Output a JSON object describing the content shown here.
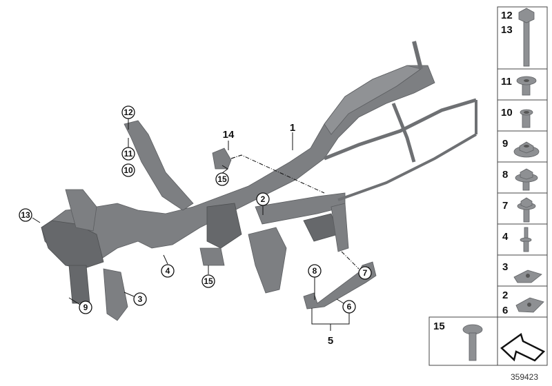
{
  "diagram": {
    "document_number": "359423",
    "callouts": {
      "c12": "12",
      "c11": "11",
      "c10": "10",
      "c13": "13",
      "c14": "14",
      "c15a": "15",
      "c1": "1",
      "c2": "2",
      "c4": "4",
      "c15b": "15",
      "c3": "3",
      "c9": "9",
      "c8": "8",
      "c7": "7",
      "c6": "6",
      "c5": "5"
    },
    "parts_column": [
      {
        "labels": [
          "12",
          "13"
        ],
        "icon": "flange-bolt-long-icon"
      },
      {
        "labels": [
          "11"
        ],
        "icon": "flanged-sleeve-icon"
      },
      {
        "labels": [
          "10"
        ],
        "icon": "rivet-nut-icon"
      },
      {
        "labels": [
          "9"
        ],
        "icon": "flange-nut-icon"
      },
      {
        "labels": [
          "8"
        ],
        "icon": "hex-flange-bolt-icon"
      },
      {
        "labels": [
          "7"
        ],
        "icon": "hex-flange-screw-icon"
      },
      {
        "labels": [
          "4"
        ],
        "icon": "stud-bolt-icon"
      },
      {
        "labels": [
          "3"
        ],
        "icon": "spring-nut-icon"
      },
      {
        "labels": [
          "2",
          "6"
        ],
        "icon": "clip-nut-icon"
      }
    ],
    "bottom_row": [
      {
        "labels": [
          "15"
        ],
        "icon": "torx-screw-icon"
      },
      {
        "labels": [],
        "icon": "kit-arrow-icon"
      }
    ]
  }
}
